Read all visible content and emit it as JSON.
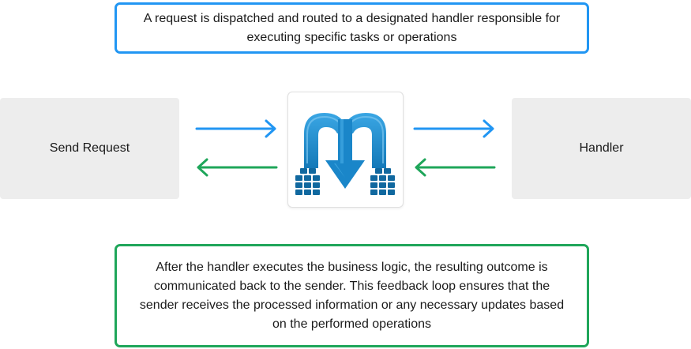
{
  "top_note": {
    "text": "A request is dispatched and routed to a designated handler responsible for executing specific tasks or operations"
  },
  "bottom_note": {
    "text": "After the handler executes the business logic, the resulting outcome is communicated back to the sender. This feedback loop ensures that the sender receives the processed information or any necessary updates based on the performed operations"
  },
  "nodes": {
    "sender": {
      "label": "Send Request"
    },
    "handler": {
      "label": "Handler"
    }
  },
  "center": {
    "icon": "mediatr-logo-icon"
  },
  "colors": {
    "request_blue": "#2196f3",
    "response_green": "#1fa65a",
    "logo_blue": "#1f8ccd",
    "logo_dark": "#10689f",
    "node_fill": "#ededed"
  }
}
